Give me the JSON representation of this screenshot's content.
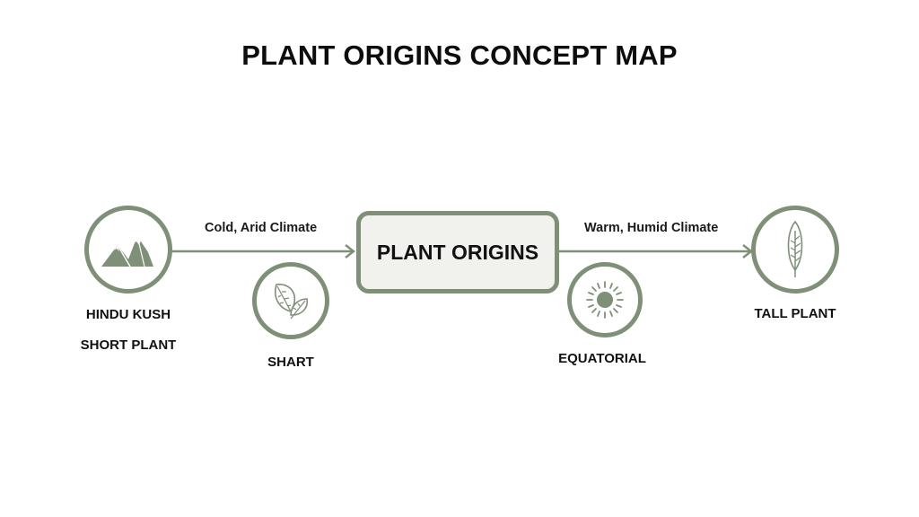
{
  "title": "PLANT ORIGINS CONCEPT MAP",
  "colors": {
    "accent": "#7f8f78",
    "center_fill": "#f1f2ee",
    "text": "#111111"
  },
  "center": {
    "label": "PLANT ORIGINS"
  },
  "edges": [
    {
      "from": "hindu-kush",
      "to": "plant-origins",
      "label": "Cold, Arid Climate"
    },
    {
      "from": "plant-origins",
      "to": "tall-plant",
      "label": "Warm, Humid Climate"
    }
  ],
  "nodes": {
    "hindu_kush": {
      "icon": "mountain-icon",
      "label": "HINDU KUSH",
      "sublabel": "SHORT PLANT"
    },
    "shart": {
      "icon": "leaves-icon",
      "label": "SHART"
    },
    "equatorial": {
      "icon": "sun-icon",
      "label": "EQUATORIAL"
    },
    "tall_plant": {
      "icon": "leaf-icon",
      "label": "TALL PLANT"
    }
  }
}
